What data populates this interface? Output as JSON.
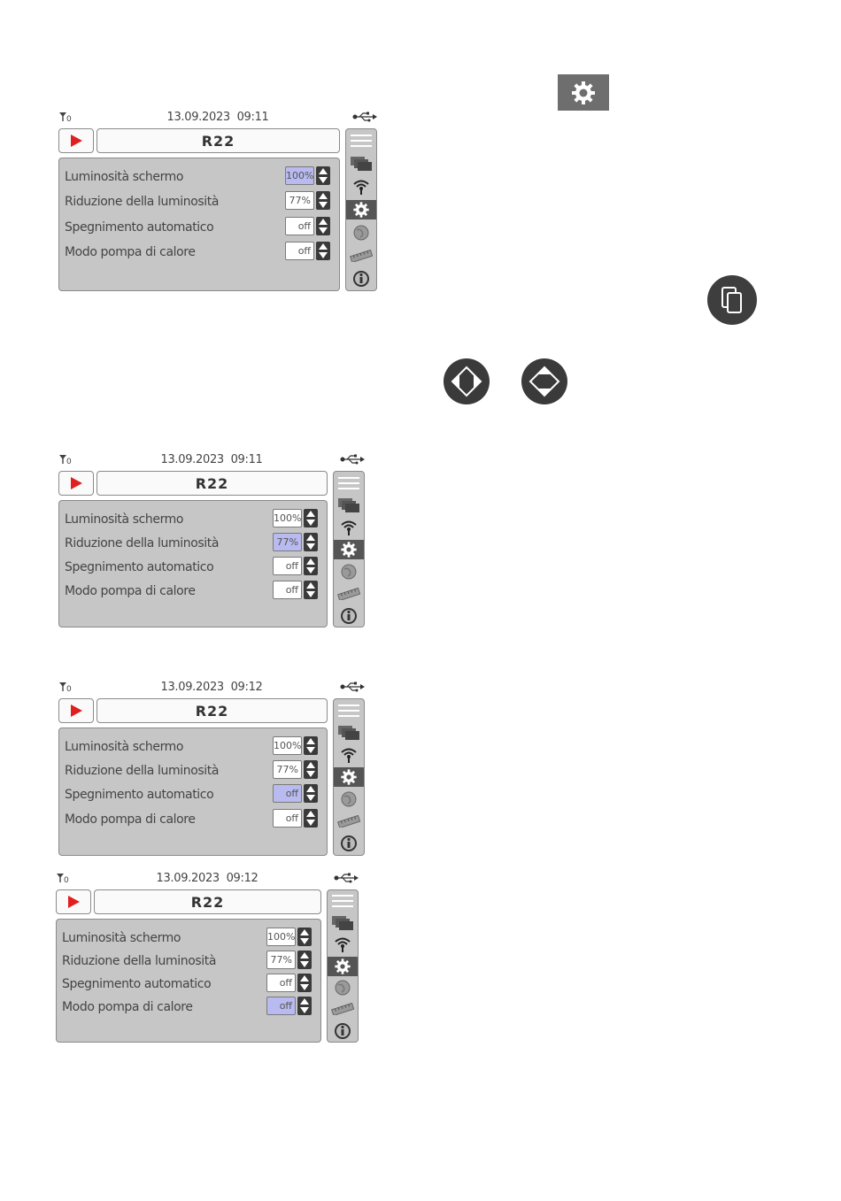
{
  "screens": [
    {
      "status": {
        "antenna": "0",
        "datetime": "13.09.2023  09:11"
      },
      "title": "R22",
      "rows": [
        {
          "label": "Luminosità schermo",
          "value": "100%",
          "selected": true
        },
        {
          "label": "Riduzione della luminosità",
          "value": "77%",
          "selected": false
        },
        {
          "label": "Spegnimento automatico",
          "value": "off",
          "selected": false
        },
        {
          "label": "Modo pompa di calore",
          "value": "off",
          "selected": false
        }
      ]
    },
    {
      "status": {
        "antenna": "0",
        "datetime": "13.09.2023  09:11"
      },
      "title": "R22",
      "rows": [
        {
          "label": "Luminosità schermo",
          "value": "100%",
          "selected": false
        },
        {
          "label": "Riduzione della luminosità",
          "value": "77%",
          "selected": true
        },
        {
          "label": "Spegnimento automatico",
          "value": "off",
          "selected": false
        },
        {
          "label": "Modo pompa di calore",
          "value": "off",
          "selected": false
        }
      ]
    },
    {
      "status": {
        "antenna": "0",
        "datetime": "13.09.2023  09:12"
      },
      "title": "R22",
      "rows": [
        {
          "label": "Luminosità schermo",
          "value": "100%",
          "selected": false
        },
        {
          "label": "Riduzione della luminosità",
          "value": "77%",
          "selected": false
        },
        {
          "label": "Spegnimento automatico",
          "value": "off",
          "selected": true
        },
        {
          "label": "Modo pompa di calore",
          "value": "off",
          "selected": false
        }
      ]
    },
    {
      "status": {
        "antenna": "0",
        "datetime": "13.09.2023  09:12"
      },
      "title": "R22",
      "rows": [
        {
          "label": "Luminosità schermo",
          "value": "100%",
          "selected": false
        },
        {
          "label": "Riduzione della luminosità",
          "value": "77%",
          "selected": false
        },
        {
          "label": "Spegnimento automatico",
          "value": "off",
          "selected": false
        },
        {
          "label": "Modo pompa di calore",
          "value": "off",
          "selected": true
        }
      ]
    }
  ],
  "sidebar_icons": [
    "menu-icon",
    "windows-icon",
    "wifi-icon",
    "gear-icon",
    "globe-icon",
    "ruler-icon",
    "info-icon"
  ],
  "colors": {
    "selected": "#b8baf0",
    "panel": "#c6c6c6",
    "play": "#e02020",
    "active_tab": "#555555"
  }
}
